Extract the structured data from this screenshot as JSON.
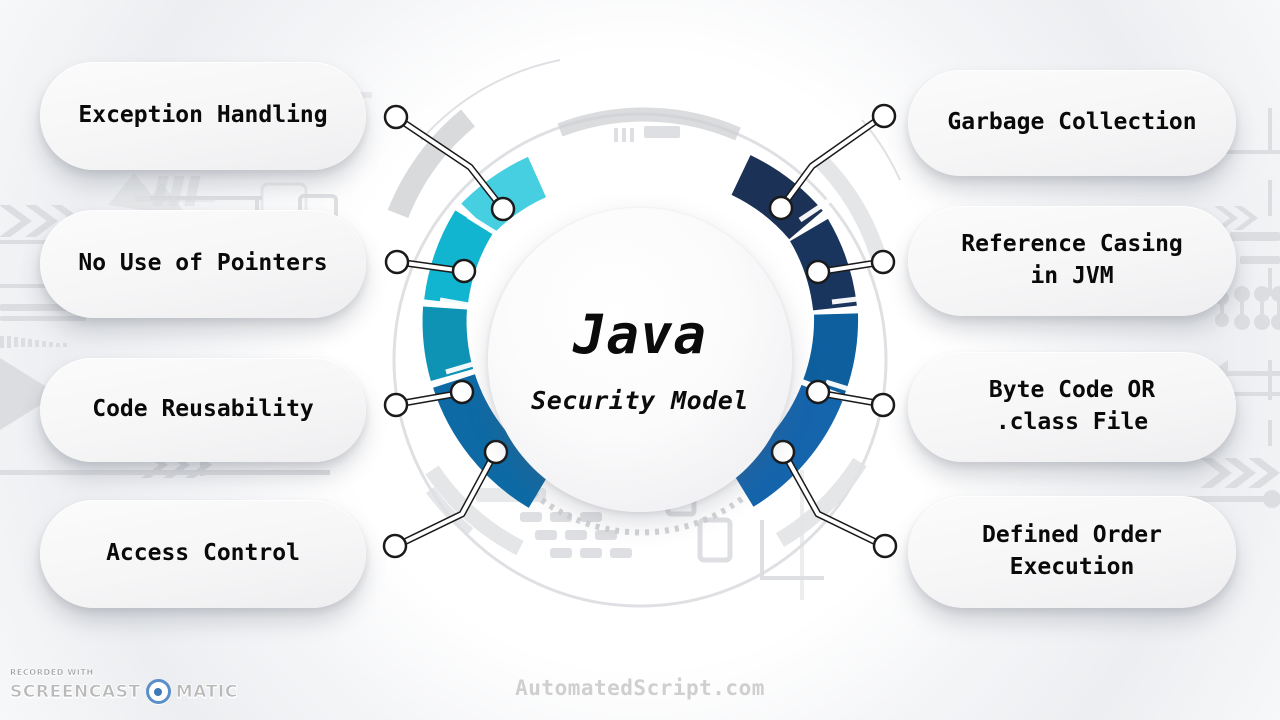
{
  "center": {
    "title": "Java",
    "subtitle": "Security Model"
  },
  "colors": {
    "arc_cyan_light": "#45cfe0",
    "arc_cyan": "#12b5cf",
    "arc_teal": "#0f93b5",
    "arc_blue_mid": "#1071a8",
    "arc_blue": "#0e6aa5",
    "arc_navy_deep": "#1b3156",
    "arc_navy": "#19355e",
    "arc_blue_right": "#0d5f9e",
    "arc_blue_right2": "#1565ad",
    "pill_bg": "#f6f6f7",
    "text": "#0a0a0a",
    "decor_gray": "#d4d5d8",
    "watermark": "#cfcfcf",
    "badge_blue": "#5b8fc7"
  },
  "left_items": [
    {
      "label": "Exception Handling"
    },
    {
      "label": "No Use of Pointers"
    },
    {
      "label": "Code Reusability"
    },
    {
      "label": "Access Control"
    }
  ],
  "right_items": [
    {
      "label": "Garbage Collection"
    },
    {
      "label": "Reference Casing\nin JVM"
    },
    {
      "label": "Byte Code OR\n.class File"
    },
    {
      "label": "Defined Order\nExecution"
    }
  ],
  "watermarks": {
    "site": "AutomatedScript.com",
    "recorder_top": "RECORDED WITH",
    "recorder_word1": "SCREENCAST",
    "recorder_word2": "MATIC"
  }
}
